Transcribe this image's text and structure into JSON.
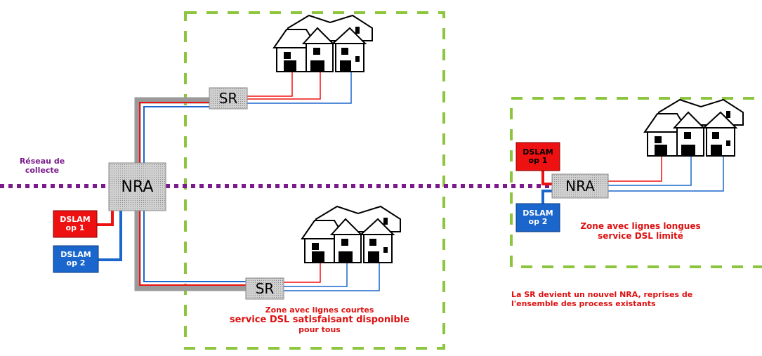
{
  "collect_network": {
    "line1": "Réseau de",
    "line2": "collecte"
  },
  "left_site": {
    "nra": "NRA",
    "sr_top": "SR",
    "sr_bottom": "SR",
    "dslam_op1": {
      "line1": "DSLAM",
      "line2": "op 1"
    },
    "dslam_op2": {
      "line1": "DSLAM",
      "line2": "op 2"
    },
    "zone_caption": {
      "line1": "Zone avec lignes courtes",
      "line2": "service DSL satisfaisant disponible",
      "line3": "pour tous"
    }
  },
  "right_site": {
    "nra": "NRA",
    "dslam_op1": {
      "line1": "DSLAM",
      "line2": "op 1"
    },
    "dslam_op2": {
      "line1": "DSLAM",
      "line2": "op 2"
    },
    "zone_caption": {
      "line1": "Zone avec lignes longues",
      "line2": "service DSL limité"
    },
    "note": {
      "line1": "La SR devient un nouvel NRA, reprises de",
      "line2": "l'ensemble des process existants"
    }
  },
  "colors": {
    "collect_line": "#7a1a8c",
    "zone_border": "#8cc63f",
    "op1": "#ee1111",
    "op2": "#1a66cc",
    "node_fill": "#c8c8c8",
    "caption_red": "#dd1111"
  }
}
